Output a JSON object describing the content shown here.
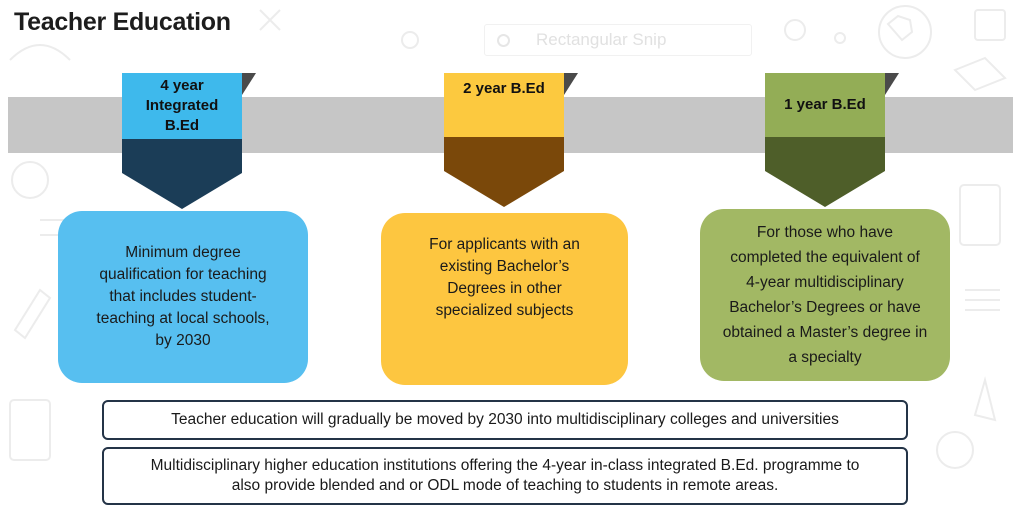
{
  "title": "Teacher Education",
  "background": {
    "ghost_snip_label": "Rectangular Snip"
  },
  "colors": {
    "band": "#c6c6c6",
    "box_border": "#243447",
    "stage1": {
      "tab": "#3eb9ec",
      "chevron": "#1b3d57",
      "box": "#57bff0"
    },
    "stage2": {
      "tab": "#fcc93f",
      "chevron": "#7a480a",
      "box": "#fdc640"
    },
    "stage3": {
      "tab": "#93ad56",
      "chevron": "#4e5e29",
      "box": "#a2b864"
    }
  },
  "stages": [
    {
      "label": "4 year Integrated B.Ed",
      "description": "Minimum degree qualification for teaching that includes student-teaching at local schools, by 2030"
    },
    {
      "label": "2 year B.Ed",
      "description": "For applicants with an existing Bachelor’s Degrees in other specialized subjects"
    },
    {
      "label": "1 year B.Ed",
      "description": "For those who have completed the equivalent of 4-year multidisciplinary Bachelor’s Degrees or have obtained a Master’s degree in a specialty"
    }
  ],
  "notes": [
    "Teacher education will gradually be moved by 2030 into multidisciplinary colleges and universities",
    "Multidisciplinary higher education institutions offering the 4-year in-class integrated B.Ed. programme to also provide blended and or ODL mode of teaching to students in remote areas."
  ]
}
